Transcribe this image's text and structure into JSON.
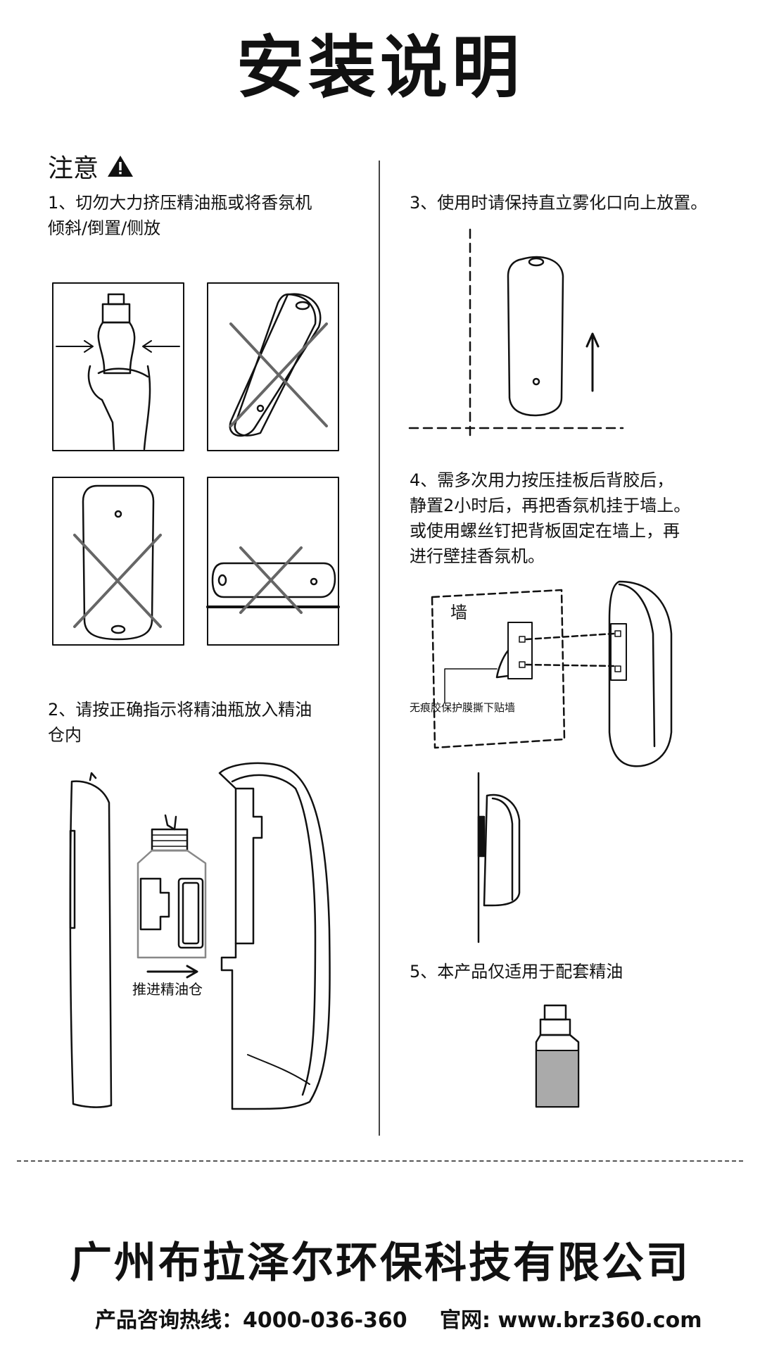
{
  "title": "安装说明",
  "notice": {
    "heading": "注意",
    "icon": "warning-icon"
  },
  "steps": {
    "s1": {
      "line1": "1、切勿大力挤压精油瓶或将香氛机",
      "line2": "倾斜/倒置/侧放"
    },
    "s2": {
      "line1": "2、请按正确指示将精油瓶放入精油",
      "line2": "仓内",
      "push_label": "推进精油仓"
    },
    "s3": {
      "line1": "3、使用时请保持直立雾化口向上放置。"
    },
    "s4": {
      "line1": "4、需多次用力按压挂板后背胶后，",
      "line2": "静置2小时后，再把香氛机挂于墙上。",
      "line3": "或使用螺丝钉把背板固定在墙上，再",
      "line4": "进行壁挂香氛机。",
      "wall_label": "墙",
      "tape_label": "无痕胶保护膜撕下贴墙"
    },
    "s5": {
      "line1": "5、本产品仅适用于配套精油"
    }
  },
  "footer": {
    "company": "广州布拉泽尔环保科技有限公司",
    "hotline": "产品咨询热线：4000-036-360",
    "website": "官网: www.brz360.com"
  }
}
